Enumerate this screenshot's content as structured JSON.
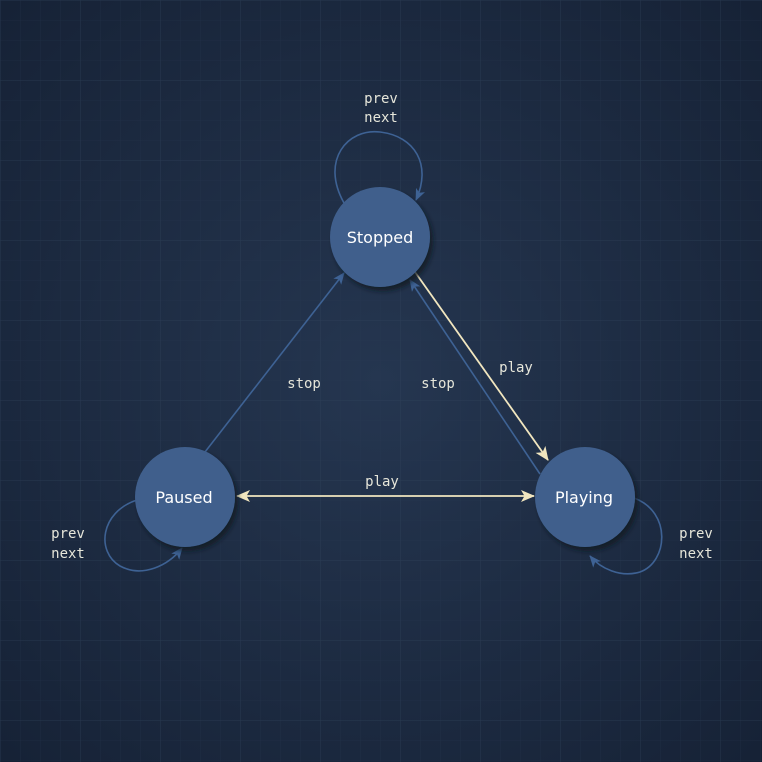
{
  "diagram": {
    "colors": {
      "background": "#1c2a3f",
      "node_fill": "#3f5f8c",
      "edge_blue": "#3e6294",
      "edge_highlight": "#f1e6bf",
      "text": "#ffffff",
      "edge_text": "#e6e6da"
    },
    "states": {
      "stopped": "Stopped",
      "paused": "Paused",
      "playing": "Playing"
    },
    "transitions": {
      "stopped_self": [
        "prev",
        "next"
      ],
      "paused_self": [
        "prev",
        "next"
      ],
      "playing_self": [
        "prev",
        "next"
      ],
      "paused_to_stopped": "stop",
      "playing_to_stopped": "stop",
      "stopped_to_playing": "play",
      "paused_playing": "play"
    }
  }
}
